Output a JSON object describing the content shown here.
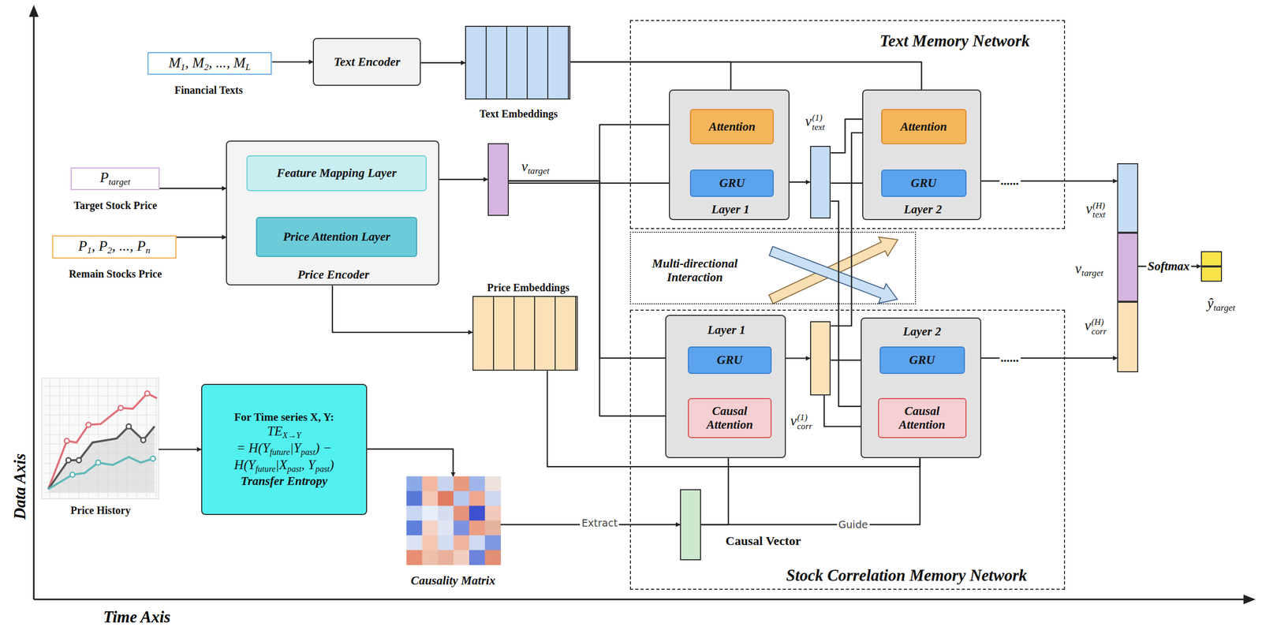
{
  "diagram": {
    "nodes": [
      {
        "text": [
          "M",
          "1",
          ", M",
          "2",
          ", ..., M",
          "L",
          "Financial Texts"
        ]
      },
      {
        "text": [
          "Text Encoder"
        ]
      },
      {
        "text": [
          "Text Embeddings"
        ]
      },
      {
        "text": [
          "Text Memory Network"
        ]
      },
      {
        "text": [
          "Layer 1"
        ],
        "in": 3
      },
      {
        "text": [
          "Attention"
        ],
        "in": 4
      },
      {
        "text": [
          "GRU"
        ],
        "in": 4
      },
      {
        "text": [
          "v",
          "(1)",
          "text"
        ],
        "in": 3
      },
      {
        "text": [
          "Layer 2"
        ],
        "in": 3
      },
      {
        "text": [
          "Attention"
        ],
        "in": 8
      },
      {
        "text": [
          "GRU"
        ],
        "in": 8
      },
      {
        "text": [
          "P",
          "target",
          "Target Stock Price"
        ]
      },
      {
        "text": [
          "P",
          "1",
          ", P",
          "2",
          ", ..., P",
          "n",
          "Remain Stocks Price"
        ]
      },
      {
        "text": [
          "Price Encoder"
        ]
      },
      {
        "text": [
          "Feature Mapping Layer"
        ],
        "in": 13
      },
      {
        "text": [
          "Price Attention Layer"
        ],
        "in": 13
      },
      {
        "text": [
          "v",
          "target"
        ]
      },
      {
        "text": [
          "Multi-directional Interaction"
        ]
      },
      {
        "text": [
          "Price Embeddings"
        ]
      },
      {
        "text": [
          "Stock Correlation Memory Network"
        ]
      },
      {
        "text": [
          "Layer 1"
        ],
        "in": 19
      },
      {
        "text": [
          "GRU"
        ],
        "in": 20
      },
      {
        "text": [
          "Causal Attention"
        ],
        "in": 20
      },
      {
        "text": [
          "v",
          "(1)",
          "corr"
        ],
        "in": 19
      },
      {
        "text": [
          "Layer 2"
        ],
        "in": 19
      },
      {
        "text": [
          "GRU"
        ],
        "in": 24
      },
      {
        "text": [
          "Causal Attention"
        ],
        "in": 24
      },
      {
        "text": [
          "Price History"
        ]
      },
      {
        "text": [
          "For Time series X, Y:",
          "TE",
          "X→Y",
          "= H(Y",
          "future",
          "|Y",
          "past",
          ") −",
          "H(Y",
          "future",
          "|X",
          "past",
          ", Y",
          "past",
          ")",
          "Transfer Entropy"
        ]
      },
      {
        "text": [
          "Causality Matrix"
        ]
      },
      {
        "text": [
          "Causal Vector"
        ]
      },
      {
        "text": [
          "v",
          "(H)",
          "text"
        ]
      },
      {
        "text": [
          "v",
          "target"
        ]
      },
      {
        "text": [
          "v",
          "(H)",
          "corr"
        ]
      },
      {
        "text": [
          "ŷ",
          "target"
        ]
      }
    ],
    "edges": [
      {
        "from": 0,
        "to": 1,
        "arrow": "to"
      },
      {
        "from": 1,
        "to": 2,
        "arrow": "to"
      },
      {
        "from": 2,
        "to": 5,
        "arrow": "to"
      },
      {
        "from": 2,
        "to": 9,
        "arrow": "to"
      },
      {
        "from": 11,
        "to": 13,
        "arrow": "to"
      },
      {
        "from": 12,
        "to": 13,
        "arrow": "to"
      },
      {
        "from": 14,
        "to": 15,
        "arrow": "to"
      },
      {
        "from": 13,
        "to": 16,
        "arrow": "to"
      },
      {
        "from": 16,
        "to": 6,
        "arrow": "to"
      },
      {
        "from": 16,
        "to": 5,
        "arrow": "to"
      },
      {
        "from": 16,
        "to": 21,
        "arrow": "to"
      },
      {
        "from": 16,
        "to": 22,
        "arrow": "to"
      },
      {
        "from": 13,
        "to": 18,
        "arrow": "to"
      },
      {
        "from": 5,
        "to": 6,
        "arrow": "to"
      },
      {
        "from": 6,
        "to": 7,
        "arrow": "to"
      },
      {
        "from": 7,
        "to": 9,
        "arrow": "to"
      },
      {
        "from": 7,
        "to": 10,
        "arrow": "to"
      },
      {
        "from": 7,
        "to": 26,
        "arrow": "to"
      },
      {
        "from": 23,
        "to": 9,
        "arrow": "to"
      },
      {
        "from": 23,
        "to": 26,
        "arrow": "to"
      },
      {
        "from": 22,
        "to": 21,
        "arrow": "to"
      },
      {
        "from": 21,
        "to": 23,
        "arrow": "to"
      },
      {
        "from": 23,
        "to": 25,
        "arrow": "to"
      },
      {
        "from": 10,
        "to": 31,
        "arrow": "to"
      },
      {
        "from": 25,
        "to": 33,
        "arrow": "to"
      },
      {
        "from": 27,
        "to": 28,
        "arrow": "to"
      },
      {
        "from": 28,
        "to": 29,
        "arrow": "to"
      },
      {
        "from": 29,
        "to": 30,
        "label": "Extract",
        "arrow": "to"
      },
      {
        "from": 30,
        "to": 22,
        "arrow": "to"
      },
      {
        "from": 30,
        "to": 26,
        "label": "Guide",
        "arrow": "to"
      },
      {
        "from": 18,
        "to": 26,
        "arrow": "to"
      },
      {
        "from": 32,
        "to": 34,
        "label": "Softmax",
        "arrow": "to"
      }
    ],
    "labels": [
      "......",
      "......",
      "Data Axis",
      "Time Axis"
    ]
  }
}
